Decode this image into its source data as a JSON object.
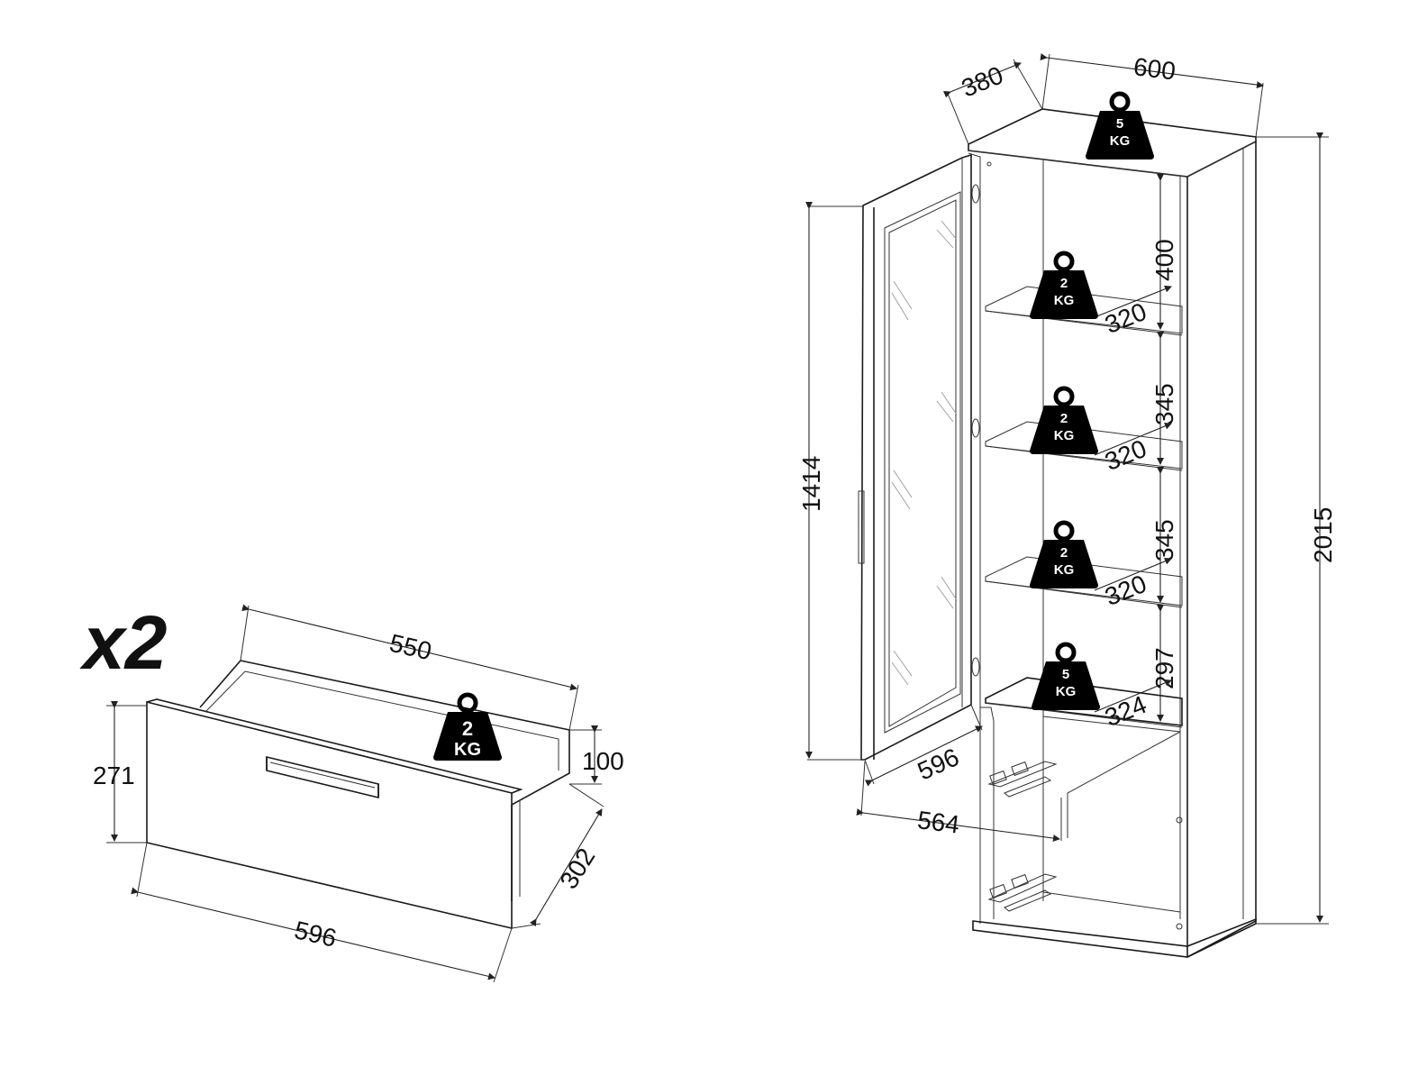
{
  "multiplier": "x2",
  "drawer": {
    "dimensions": {
      "inner_width": "550",
      "height": "271",
      "inner_height": "100",
      "depth": "302",
      "front_width": "596"
    },
    "weight": {
      "value": "2",
      "unit": "KG"
    }
  },
  "cabinet": {
    "dimensions": {
      "depth": "380",
      "width": "600",
      "total_height": "2015",
      "door_height": "1414",
      "door_width": "596",
      "inner_width": "564",
      "gap_1": "400",
      "gap_2": "345",
      "gap_3": "345",
      "gap_4": "297",
      "shelf_1_depth": "320",
      "shelf_2_depth": "320",
      "shelf_3_depth": "320",
      "shelf_4_depth": "324"
    },
    "weights": {
      "top": {
        "value": "5",
        "unit": "KG"
      },
      "shelf_1": {
        "value": "2",
        "unit": "KG"
      },
      "shelf_2": {
        "value": "2",
        "unit": "KG"
      },
      "shelf_3": {
        "value": "2",
        "unit": "KG"
      },
      "shelf_4": {
        "value": "5",
        "unit": "KG"
      }
    }
  },
  "colors": {
    "ink": "#111111",
    "badge": "#000000",
    "badge_text": "#ffffff"
  }
}
